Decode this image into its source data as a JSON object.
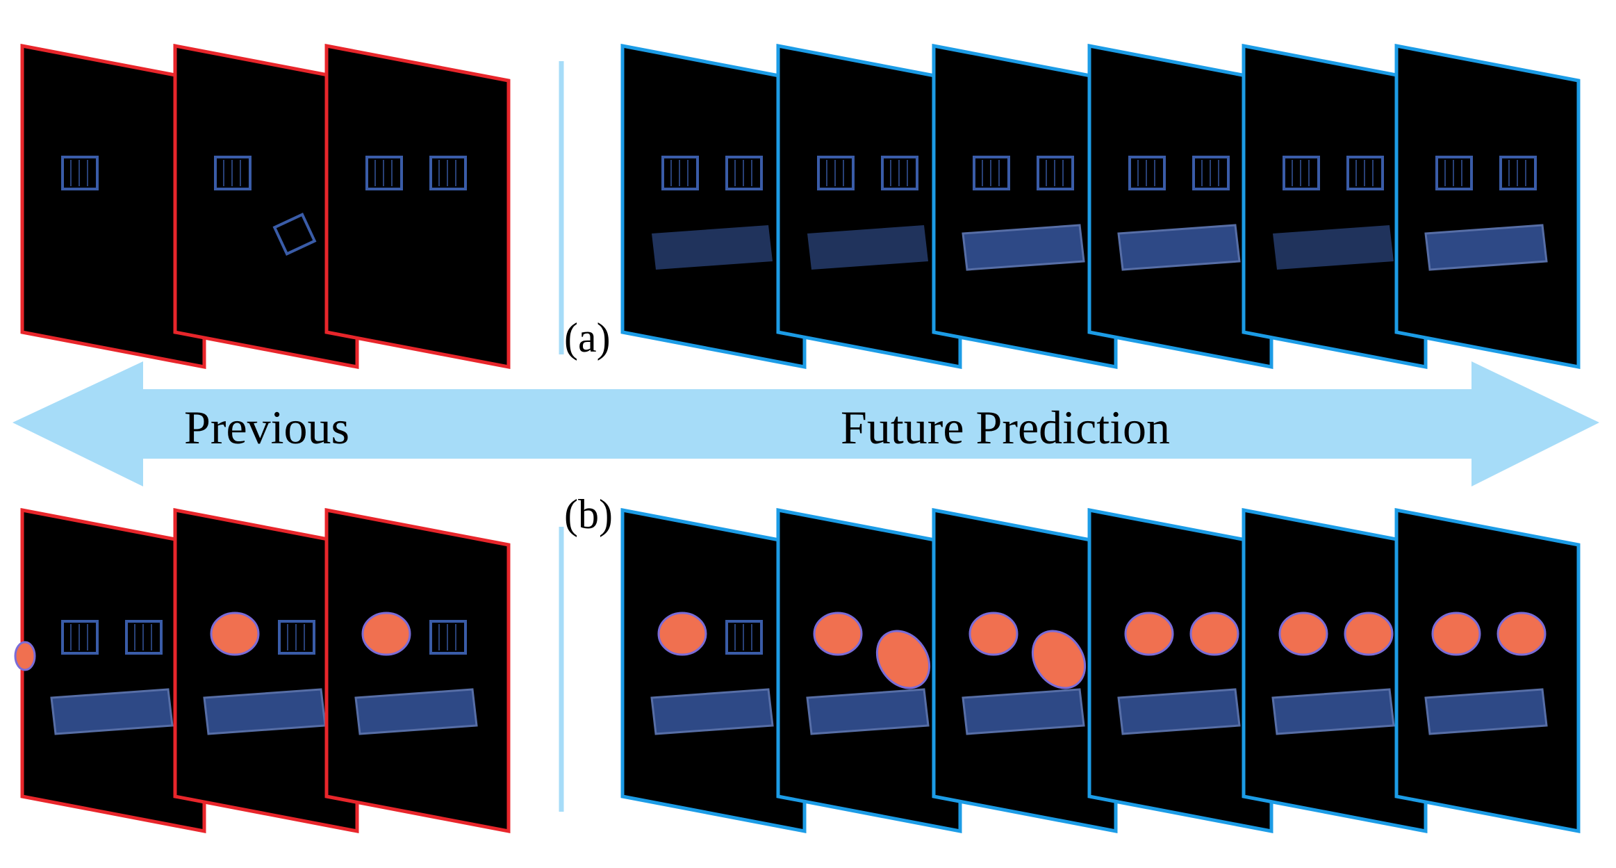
{
  "labels": {
    "row_a": "(a)",
    "row_b": "(b)",
    "previous": "Previous",
    "future": "Future Prediction"
  },
  "colors": {
    "previous_frame_border": "#e8262b",
    "future_frame_border": "#1c9ce6",
    "arrow": "#a6dcf8",
    "divider": "#a6dcf8",
    "frame_bg": "#000000",
    "object_blue": "#3a5ca8",
    "object_orange": "#f07050"
  },
  "rows": [
    {
      "id": "a",
      "previous_frames": [
        {
          "objects": [
            "small-box"
          ]
        },
        {
          "objects": [
            "small-box",
            "tilted-box"
          ]
        },
        {
          "objects": [
            "small-box",
            "small-box"
          ]
        }
      ],
      "future_frames": [
        {
          "objects": [
            "small-box",
            "small-box",
            "blurry-bench"
          ]
        },
        {
          "objects": [
            "small-box",
            "small-box",
            "blurry-bench"
          ]
        },
        {
          "objects": [
            "small-box",
            "small-box",
            "bench"
          ]
        },
        {
          "objects": [
            "small-box",
            "small-box",
            "bench"
          ]
        },
        {
          "objects": [
            "small-box",
            "small-box",
            "blurry-bench"
          ]
        },
        {
          "objects": [
            "small-box",
            "small-box",
            "bench"
          ]
        }
      ]
    },
    {
      "id": "b",
      "previous_frames": [
        {
          "objects": [
            "small-box",
            "small-box",
            "bench",
            "orange-blob-edge"
          ]
        },
        {
          "objects": [
            "orange-blob",
            "small-box",
            "bench"
          ]
        },
        {
          "objects": [
            "orange-blob",
            "small-box",
            "bench"
          ]
        }
      ],
      "future_frames": [
        {
          "objects": [
            "orange-blob",
            "small-box",
            "bench"
          ]
        },
        {
          "objects": [
            "orange-blob",
            "orange-blob-falling",
            "bench"
          ]
        },
        {
          "objects": [
            "orange-blob",
            "orange-blob-falling",
            "bench"
          ]
        },
        {
          "objects": [
            "orange-blob",
            "orange-blob",
            "bench"
          ]
        },
        {
          "objects": [
            "orange-blob",
            "orange-blob",
            "bench"
          ]
        },
        {
          "objects": [
            "orange-blob",
            "orange-blob",
            "bench"
          ]
        }
      ]
    }
  ]
}
